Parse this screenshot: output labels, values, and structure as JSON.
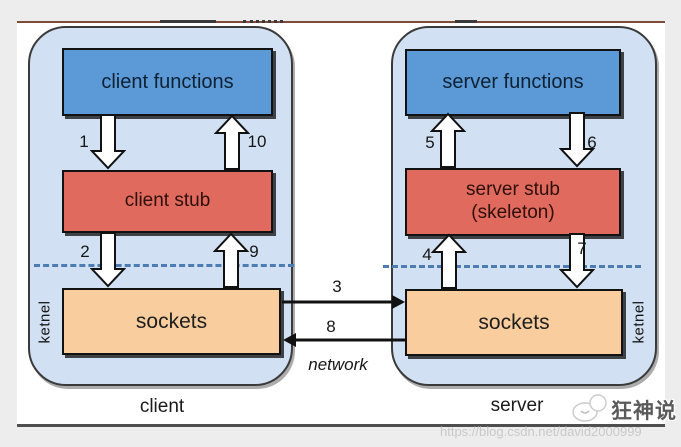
{
  "client_panel": {
    "functions": "client functions",
    "stub": "client stub",
    "sockets": "sockets",
    "kernel": "ketnel",
    "caption": "client",
    "step1": "1",
    "step2": "2",
    "step9": "9",
    "step10": "10"
  },
  "server_panel": {
    "functions": "server functions",
    "stub_line1": "server stub",
    "stub_line2": "(skeleton)",
    "sockets": "sockets",
    "kernel": "ketnel",
    "caption": "server",
    "step4": "4",
    "step5": "5",
    "step6": "6",
    "step7": "7"
  },
  "network": {
    "label": "network",
    "step3": "3",
    "step8": "8"
  },
  "watermark": {
    "brand": "狂神说",
    "url": "https://blog.csdn.net/david2000999"
  },
  "colors": {
    "panel_fill": "#d1e1f3",
    "functions_fill": "#5b9ad7",
    "stub_fill": "#e16a5e",
    "sockets_fill": "#f9cd9d",
    "dashed_line": "#4d7cb3",
    "top_rule": "#7e4a3a",
    "background": "#ededed"
  }
}
